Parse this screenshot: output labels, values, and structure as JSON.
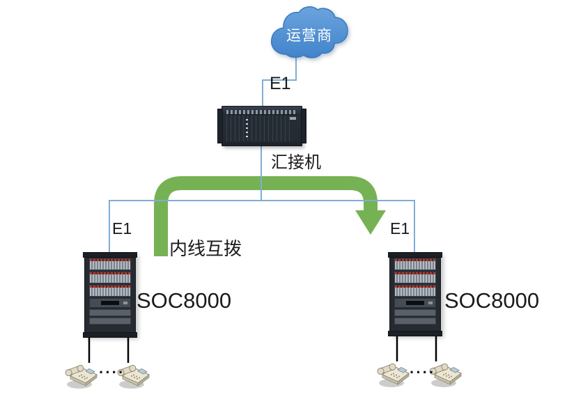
{
  "diagram": {
    "colors": {
      "cloud_blue_top": "#6ba3dd",
      "cloud_blue_bottom": "#4183cb",
      "connector_blue": "#7fadd6",
      "arrow_green": "#76b254",
      "device_dark": "#262d36",
      "phone_line_black": "#000000"
    },
    "cloud": {
      "label": "运营商"
    },
    "tandem": {
      "label": "汇接机"
    },
    "links": {
      "e1_top": "E1",
      "e1_left": "E1",
      "e1_right": "E1",
      "green_arrow_label": "内线互拨"
    },
    "left_pbx": {
      "label": "SOC8000"
    },
    "right_pbx": {
      "label": "SOC8000"
    },
    "left_phones": {
      "dots": "····"
    },
    "right_phones": {
      "dots": "····"
    }
  }
}
